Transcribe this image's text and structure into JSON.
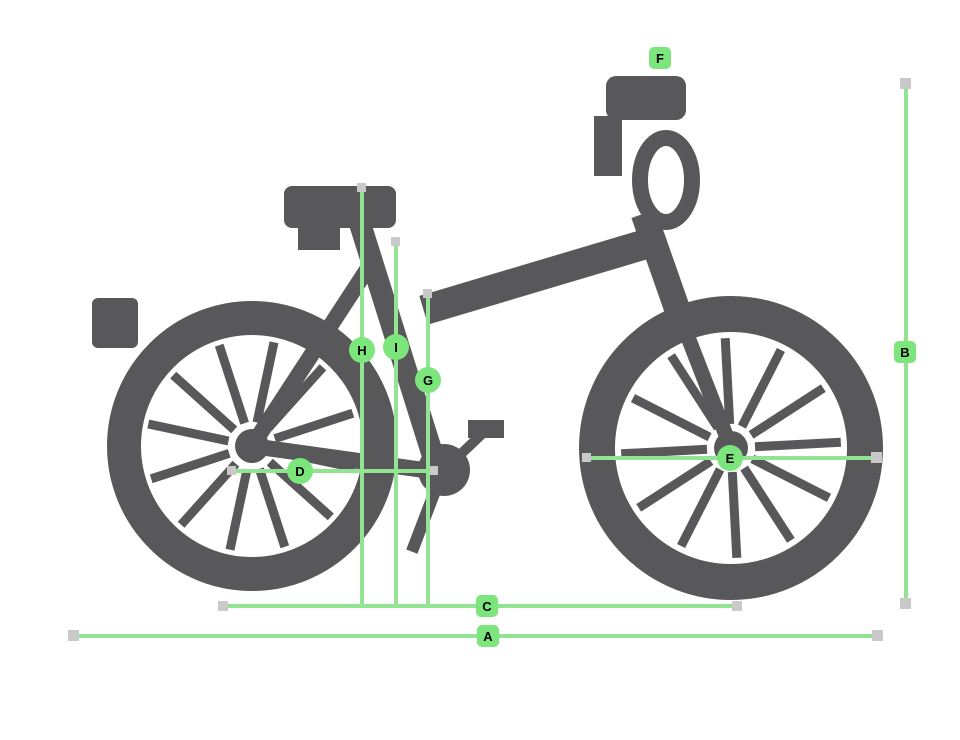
{
  "diagram": {
    "type": "diagram",
    "figure": "bicycle-side-view-size-guide"
  },
  "colors": {
    "accent_green": "#92E492",
    "badge_green": "#7CE57C",
    "endpoint_gray": "#C9C9C9",
    "bike_gray": "#58585A",
    "label_text": "#000000",
    "background": "#FFFFFF"
  },
  "labels": {
    "A": "A",
    "B": "B",
    "C": "C",
    "D": "D",
    "E": "E",
    "F": "F",
    "G": "G",
    "H": "H",
    "I": "I"
  },
  "measurements": [
    {
      "label": "A",
      "orientation": "horizontal"
    },
    {
      "label": "B",
      "orientation": "vertical"
    },
    {
      "label": "C",
      "orientation": "horizontal"
    },
    {
      "label": "D",
      "orientation": "horizontal"
    },
    {
      "label": "E",
      "orientation": "horizontal"
    },
    {
      "label": "F",
      "orientation": "point"
    },
    {
      "label": "G",
      "orientation": "vertical"
    },
    {
      "label": "H",
      "orientation": "vertical"
    },
    {
      "label": "I",
      "orientation": "vertical"
    }
  ]
}
